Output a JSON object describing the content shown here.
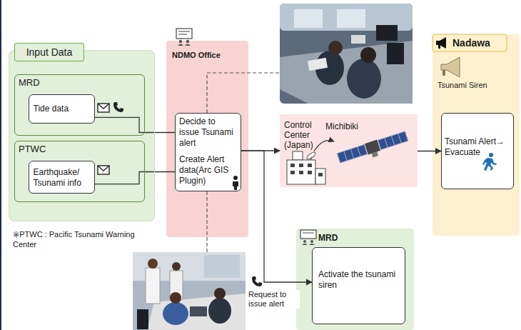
{
  "diagram": {
    "nodes": [
      {
        "text": [
          "Input Data"
        ]
      },
      {
        "text": [
          "MRD"
        ],
        "in": 0
      },
      {
        "text": [
          "Tide data"
        ],
        "in": 1
      },
      {
        "text": [
          "PTWC"
        ],
        "in": 0
      },
      {
        "text": [
          "Earthquake/ Tsunami info"
        ],
        "in": 3
      },
      {
        "text": [
          "NDMO Office"
        ]
      },
      {
        "text": [
          "Decide to issue Tsunami alert",
          "Create Alert data(Arc GIS Plugin)"
        ],
        "in": 5
      },
      {
        "text": [
          "Control Center (Japan)",
          "Michibiki"
        ]
      },
      {
        "text": [
          "Nadawa"
        ]
      },
      {
        "text": [
          "Tsunami Alert→ Evacuate"
        ],
        "in": 8
      },
      {
        "text": [
          "MRD"
        ]
      },
      {
        "text": [
          "Activate the tsunami siren"
        ],
        "in": 10
      }
    ],
    "edges": [
      {
        "from": 2,
        "to": 6,
        "arrow": "none"
      },
      {
        "from": 4,
        "to": 6,
        "arrow": "none"
      },
      {
        "from": 6,
        "to": 7,
        "arrow": "to"
      },
      {
        "from": 7,
        "to": 9,
        "arrow": "to"
      },
      {
        "from": 6,
        "to": 11,
        "label": "Request to issue alert",
        "arrow": "to"
      }
    ],
    "labels": [
      "Tsunami Siren",
      "※PTWC : Pacific Tsunami Warning Center"
    ]
  }
}
